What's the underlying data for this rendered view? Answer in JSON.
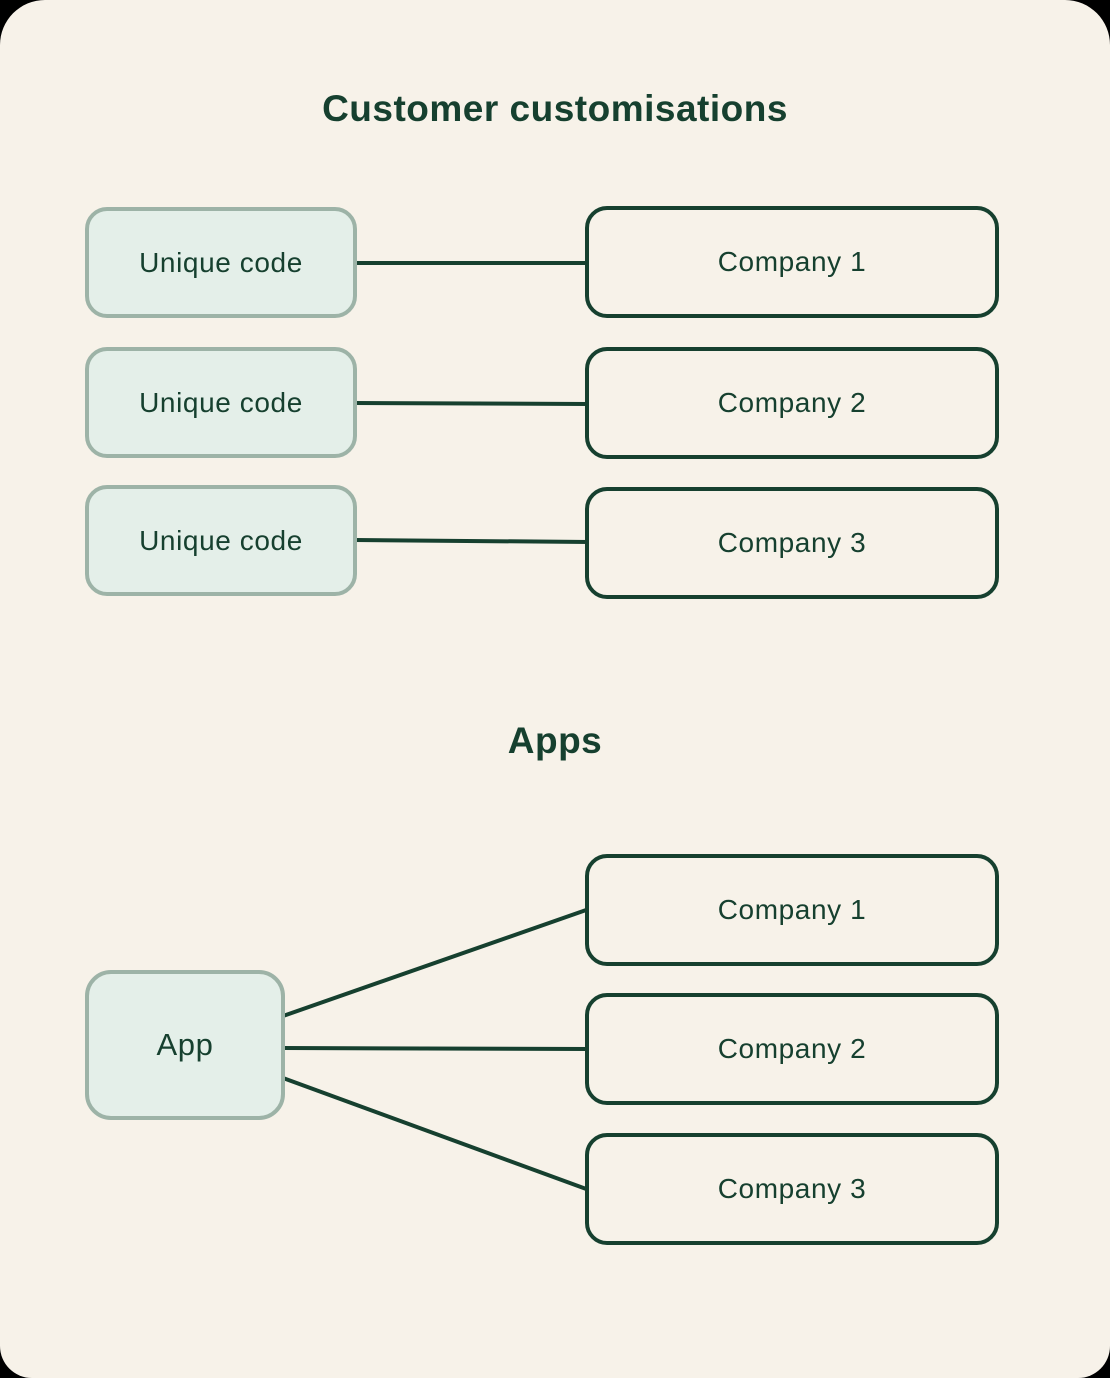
{
  "colors": {
    "background": "#f7f2e9",
    "outside_background": "#000000",
    "dark_green": "#16402f",
    "mint_fill": "#e4efe9",
    "mint_border": "#9db3a7"
  },
  "sections": [
    {
      "title": "Customer customisations",
      "pairs": [
        {
          "source": "Unique code",
          "target": "Company 1"
        },
        {
          "source": "Unique code",
          "target": "Company 2"
        },
        {
          "source": "Unique code",
          "target": "Company 3"
        }
      ]
    },
    {
      "title": "Apps",
      "hub": "App",
      "targets": [
        "Company 1",
        "Company 2",
        "Company 3"
      ]
    }
  ]
}
